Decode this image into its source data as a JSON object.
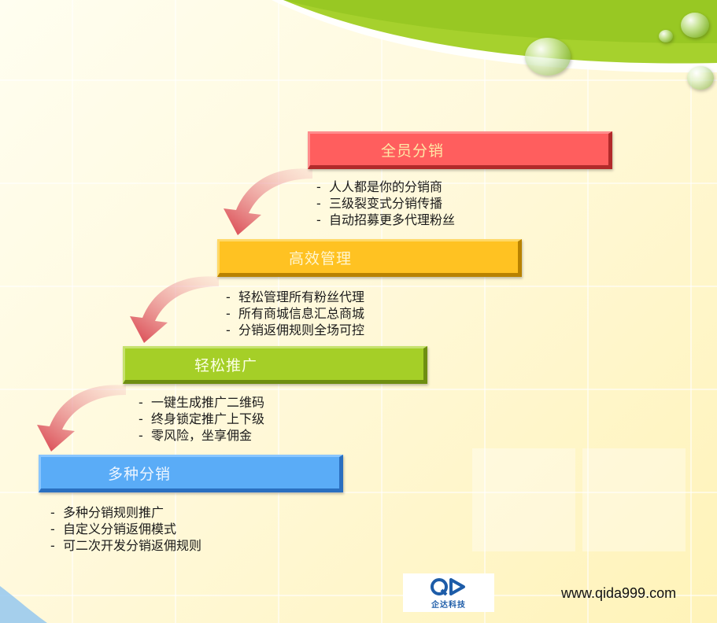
{
  "steps": [
    {
      "title": "全员分销",
      "points": [
        "人人都是你的分销商",
        "三级裂变式分销传播",
        "自动招募更多代理粉丝"
      ],
      "color": "#ff5e5e"
    },
    {
      "title": "高效管理",
      "points": [
        "轻松管理所有粉丝代理",
        "所有商城信息汇总商城",
        "分销返佣规则全场可控"
      ],
      "color": "#ffc222"
    },
    {
      "title": "轻松推广",
      "points": [
        "一键生成推广二维码",
        "终身锁定推广上下级",
        "零风险，坐享佣金"
      ],
      "color": "#a5cf27"
    },
    {
      "title": "多种分销",
      "points": [
        "多种分销规则推广",
        "自定义分销返佣模式",
        "可二次开发分销返佣规则"
      ],
      "color": "#5aacf7"
    }
  ],
  "logo": {
    "name": "企达科技",
    "icon": "qd-logo-icon"
  },
  "website": "www.qida999.com",
  "icons": {
    "arrow": "curved-arrow-icon",
    "decoration": "water-drop-icon"
  }
}
